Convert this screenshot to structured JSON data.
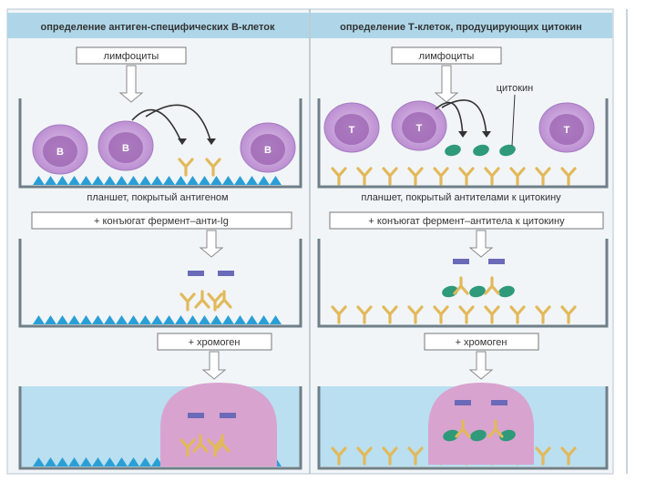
{
  "left_panel": {
    "header": "определение антиген-специфических В-клеток",
    "lymphocytes_label": "лимфоциты",
    "cell_letter": "B",
    "plate_label": "планшет, покрытый антигеном",
    "conjugate_label": "+ конъюгат фермент–анти-Ig",
    "chromogen_label": "+ хромоген"
  },
  "right_panel": {
    "header": "определение Т-клеток, продуцирующих цитокин",
    "lymphocytes_label": "лимфоциты",
    "cytokine_label": "цитокин",
    "cell_letter": "T",
    "plate_label": "планшет, покрытый антителами к цитокину",
    "conjugate_label": "+ конъюгат фермент–антитела к цитокину",
    "chromogen_label": "+ хромоген"
  },
  "colors": {
    "header_bg": "#aed6e8",
    "panel_bg": "#f1f5f8",
    "cell_fill": "#c8a0d6",
    "cell_nucleus": "#9a62b0",
    "triangle": "#2a9fd6",
    "antibody": "#e2b95a",
    "enzyme": "#6a6ab8",
    "cytokine": "#2e9a7a",
    "substrate": "#b9dff0",
    "spot": "#d9a3cf"
  }
}
